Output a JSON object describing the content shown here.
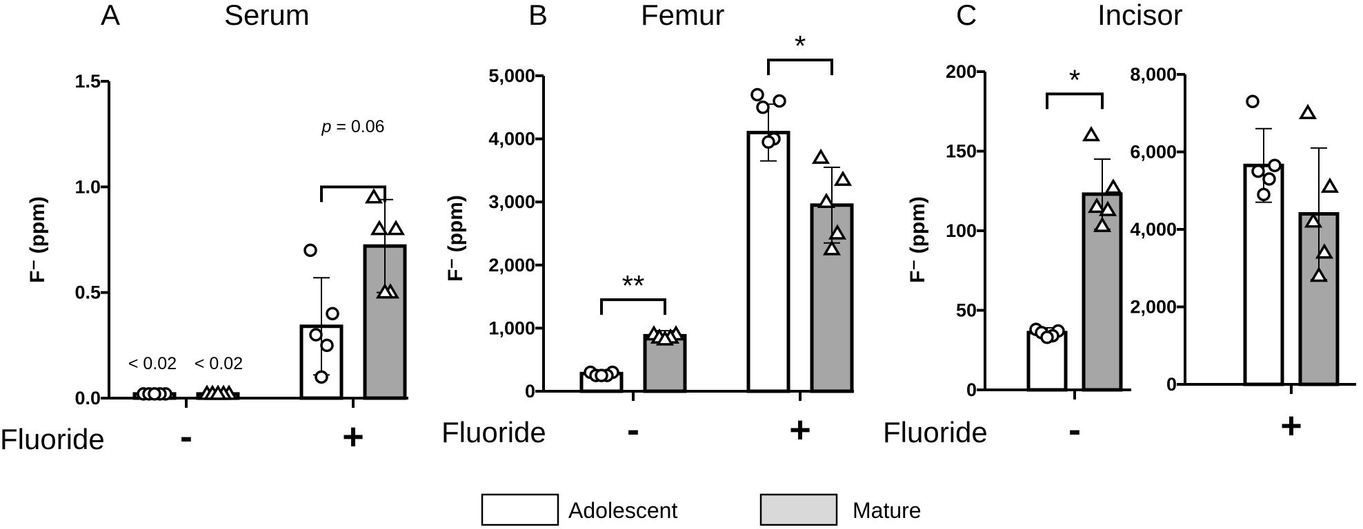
{
  "colors": {
    "adolescent": "#ffffff",
    "mature": "#a6a6a6",
    "legend_mature": "#d9d9d9",
    "ink": "#000000"
  },
  "x_label": "Fluoride",
  "x_groups": [
    "-",
    "+"
  ],
  "legend": [
    {
      "label": "Adolescent",
      "color": "#ffffff"
    },
    {
      "label": "Mature",
      "color": "#d9d9d9"
    }
  ],
  "panels": [
    {
      "letter": "A",
      "title": "Serum",
      "ylabel": "F⁻ (ppm)"
    },
    {
      "letter": "B",
      "title": "Femur",
      "ylabel": "F⁻ (ppm)"
    },
    {
      "letter": "C",
      "title": "Incisor",
      "ylabel": "F⁻ (ppm)"
    }
  ],
  "chart_data": [
    {
      "type": "bar",
      "title": "Serum",
      "ylabel": "F⁻ (ppm)",
      "xlabel": "Fluoride",
      "ylim": [
        0,
        1.5
      ],
      "yticks": [
        0.0,
        0.5,
        1.0,
        1.5
      ],
      "ytick_labels": [
        "0.0",
        "0.5",
        "1.0",
        "1.5"
      ],
      "categories": [
        "-",
        "+"
      ],
      "series": [
        {
          "name": "Adolescent",
          "values": [
            0.02,
            0.34
          ],
          "sd": [
            0,
            0.23
          ],
          "points": [
            [
              0.02,
              0.02,
              0.02,
              0.02,
              0.02
            ],
            [
              0.7,
              0.4,
              0.3,
              0.25,
              0.1
            ]
          ]
        },
        {
          "name": "Mature",
          "values": [
            0.02,
            0.72
          ],
          "sd": [
            0,
            0.22
          ],
          "points": [
            [
              0.02,
              0.02,
              0.02,
              0.02,
              0.02
            ],
            [
              0.95,
              0.8,
              0.8,
              0.5,
              0.5
            ]
          ]
        }
      ],
      "annotations": [
        {
          "text": "< 0.02",
          "group": 0,
          "series": 0,
          "y": 0.05
        },
        {
          "text": "< 0.02",
          "group": 0,
          "series": 1,
          "y": 0.05
        },
        {
          "text_italic": "p",
          "text": " = 0.06",
          "group": 1,
          "y": 1.16
        }
      ],
      "brackets": [
        {
          "group": 1,
          "y": 1.0
        }
      ]
    },
    {
      "type": "bar",
      "title": "Femur",
      "ylabel": "F⁻ (ppm)",
      "xlabel": "Fluoride",
      "ylim": [
        0,
        5000
      ],
      "yticks": [
        0,
        1000,
        2000,
        3000,
        4000,
        5000
      ],
      "ytick_labels": [
        "0",
        "1,000",
        "2,000",
        "3,000",
        "4,000",
        "5,000"
      ],
      "categories": [
        "-",
        "+"
      ],
      "series": [
        {
          "name": "Adolescent",
          "values": [
            280,
            4100
          ],
          "sd": [
            60,
            450
          ],
          "points": [
            [
              300,
              300,
              250,
              250,
              250
            ],
            [
              4700,
              4600,
              4500,
              4000,
              3950
            ]
          ]
        },
        {
          "name": "Mature",
          "values": [
            880,
            2950
          ],
          "sd": [
            80,
            600
          ],
          "points": [
            [
              900,
              900,
              850,
              850,
              820
            ],
            [
              3700,
              3350,
              3000,
              2500,
              2250
            ]
          ]
        }
      ],
      "significance": [
        {
          "group": 0,
          "text": "**",
          "y": 1450
        },
        {
          "group": 1,
          "text": "*",
          "y": 5250
        }
      ]
    },
    {
      "type": "bar",
      "title": "Incisor",
      "ylabel": "F⁻ (ppm)",
      "xlabel": "Fluoride",
      "subcharts": [
        {
          "ylim": [
            0,
            200
          ],
          "yticks": [
            0,
            50,
            100,
            150,
            200
          ],
          "ytick_labels": [
            "0",
            "50",
            "100",
            "150",
            "200"
          ],
          "categories": [
            "-"
          ],
          "series": [
            {
              "name": "Adolescent",
              "values": [
                36
              ],
              "sd": [
                3
              ],
              "points": [
                [
                  38,
                  37,
                  36,
                  34,
                  33
                ]
              ]
            },
            {
              "name": "Mature",
              "values": [
                123
              ],
              "sd": [
                22
              ],
              "points": [
                [
                  160,
                  127,
                  115,
                  113,
                  103
                ]
              ]
            }
          ],
          "significance": [
            {
              "group": 0,
              "text": "*",
              "y": 186
            }
          ]
        },
        {
          "ylim": [
            0,
            8000
          ],
          "yticks": [
            0,
            2000,
            4000,
            6000,
            8000
          ],
          "ytick_labels": [
            "0",
            "2,000",
            "4,000",
            "6,000",
            "8,000"
          ],
          "categories": [
            "+"
          ],
          "series": [
            {
              "name": "Adolescent",
              "values": [
                5650
              ],
              "sd": [
                950
              ],
              "points": [
                [
                  7300,
                  5650,
                  5500,
                  5300,
                  4900
                ]
              ]
            },
            {
              "name": "Mature",
              "values": [
                4400
              ],
              "sd": [
                1700
              ],
              "points": [
                [
                  7000,
                  5100,
                  4200,
                  3400,
                  2800
                ]
              ]
            }
          ]
        }
      ]
    }
  ]
}
